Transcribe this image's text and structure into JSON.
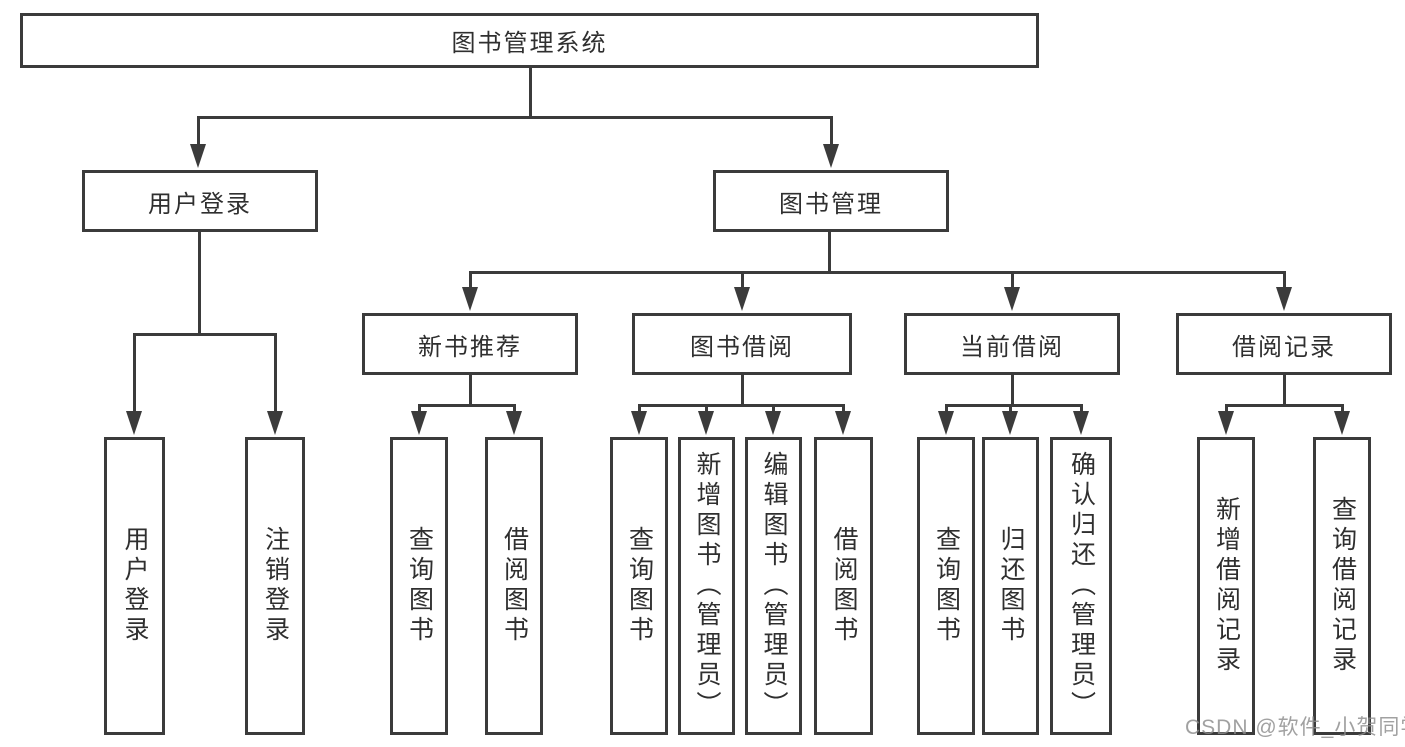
{
  "diagram": {
    "root": {
      "label": "图书管理系统"
    },
    "branches": [
      {
        "label": "用户登录",
        "children": [
          {
            "label": "用户登录"
          },
          {
            "label": "注销登录"
          }
        ]
      },
      {
        "label": "图书管理",
        "sections": [
          {
            "label": "新书推荐",
            "children": [
              {
                "label": "查询图书"
              },
              {
                "label": "借阅图书"
              }
            ]
          },
          {
            "label": "图书借阅",
            "children": [
              {
                "label": "查询图书"
              },
              {
                "label": "新增图书（管理员）"
              },
              {
                "label": "编辑图书（管理员）"
              },
              {
                "label": "借阅图书"
              }
            ]
          },
          {
            "label": "当前借阅",
            "children": [
              {
                "label": "查询图书"
              },
              {
                "label": "归还图书"
              },
              {
                "label": "确认归还（管理员）"
              }
            ]
          },
          {
            "label": "借阅记录",
            "children": [
              {
                "label": "新增借阅记录"
              },
              {
                "label": "查询借阅记录"
              }
            ]
          }
        ]
      }
    ]
  },
  "watermark": {
    "text": "CSDN @软件_小贺同学"
  },
  "colors": {
    "background": "#ffffff",
    "line": "#3b3b3b",
    "box_border": "#3b3b3b",
    "text": "#2f2f2f",
    "watermark": "#8c8c8c"
  }
}
